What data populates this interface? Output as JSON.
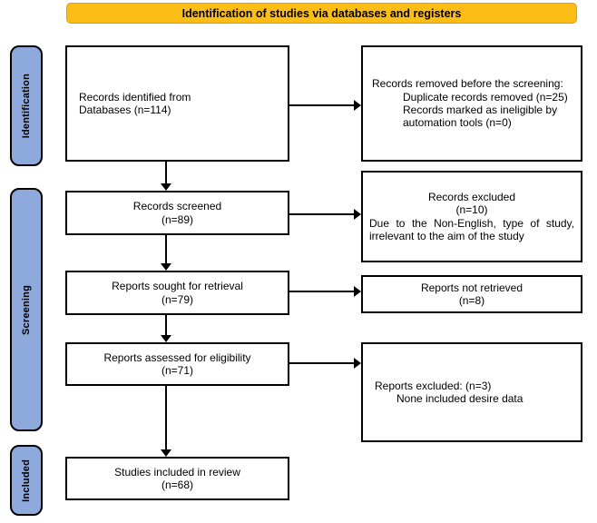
{
  "banner": {
    "label": "Identification of studies via databases and registers"
  },
  "colors": {
    "banner_bg": "#FCBD17",
    "banner_border": "#D9A400",
    "stage_bg": "#8EA9DB",
    "box_border": "#000000",
    "text": "#000000"
  },
  "stages": {
    "identification": {
      "label": "Identification"
    },
    "screening": {
      "label": "Screening"
    },
    "included": {
      "label": "Included"
    }
  },
  "main_boxes": {
    "identified": {
      "text": "Records identified from\nDatabases (n=114)"
    },
    "screened": {
      "text": "Records screened\n(n=89)"
    },
    "sought": {
      "text": "Reports sought for retrieval\n(n=79)"
    },
    "assessed": {
      "text": "Reports assessed for eligibility\n(n=71)"
    },
    "included": {
      "text": "Studies included in review\n(n=68)"
    }
  },
  "side_boxes": {
    "removed": {
      "intro": "Records removed before the screening:",
      "item1": "Duplicate records removed (n=25)",
      "item2": "Records marked as ineligible by automation tools (n=0)"
    },
    "records_excluded": {
      "title": "Records excluded\n(n=10)",
      "body": "Due to the Non-English, type of study, irrelevant to the aim of the study"
    },
    "not_retrieved": {
      "text": "Reports not retrieved\n(n=8)"
    },
    "reports_excluded": {
      "title": "Reports excluded: (n=3)",
      "body": "None included desire data"
    }
  }
}
